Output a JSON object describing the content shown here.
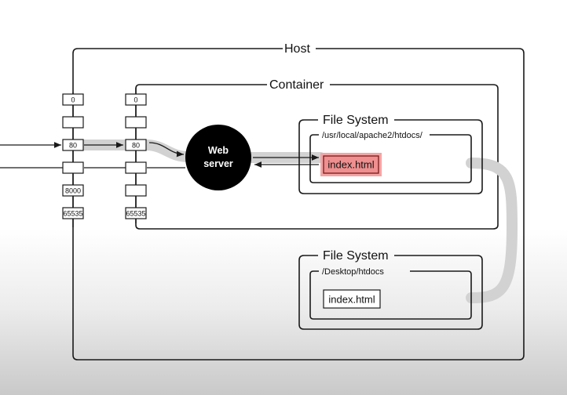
{
  "diagram": {
    "host": {
      "label": "Host"
    },
    "container": {
      "label": "Container"
    },
    "host_ports": [
      "0",
      "",
      "80",
      "",
      "8000",
      "65535"
    ],
    "container_ports": [
      "0",
      "",
      "80",
      "",
      "",
      "65535"
    ],
    "web_server": {
      "line1": "Web",
      "line2": "server"
    },
    "container_fs": {
      "label": "File System",
      "path": "/usr/local/apache2/htdocs/",
      "file": "index.html",
      "highlight_color": "#f4a4a4",
      "file_fill": "#ef8f8f"
    },
    "host_fs": {
      "label": "File System",
      "path": "/Desktop/htdocs",
      "file": "index.html"
    },
    "flow_color": "#d2d2d2"
  }
}
